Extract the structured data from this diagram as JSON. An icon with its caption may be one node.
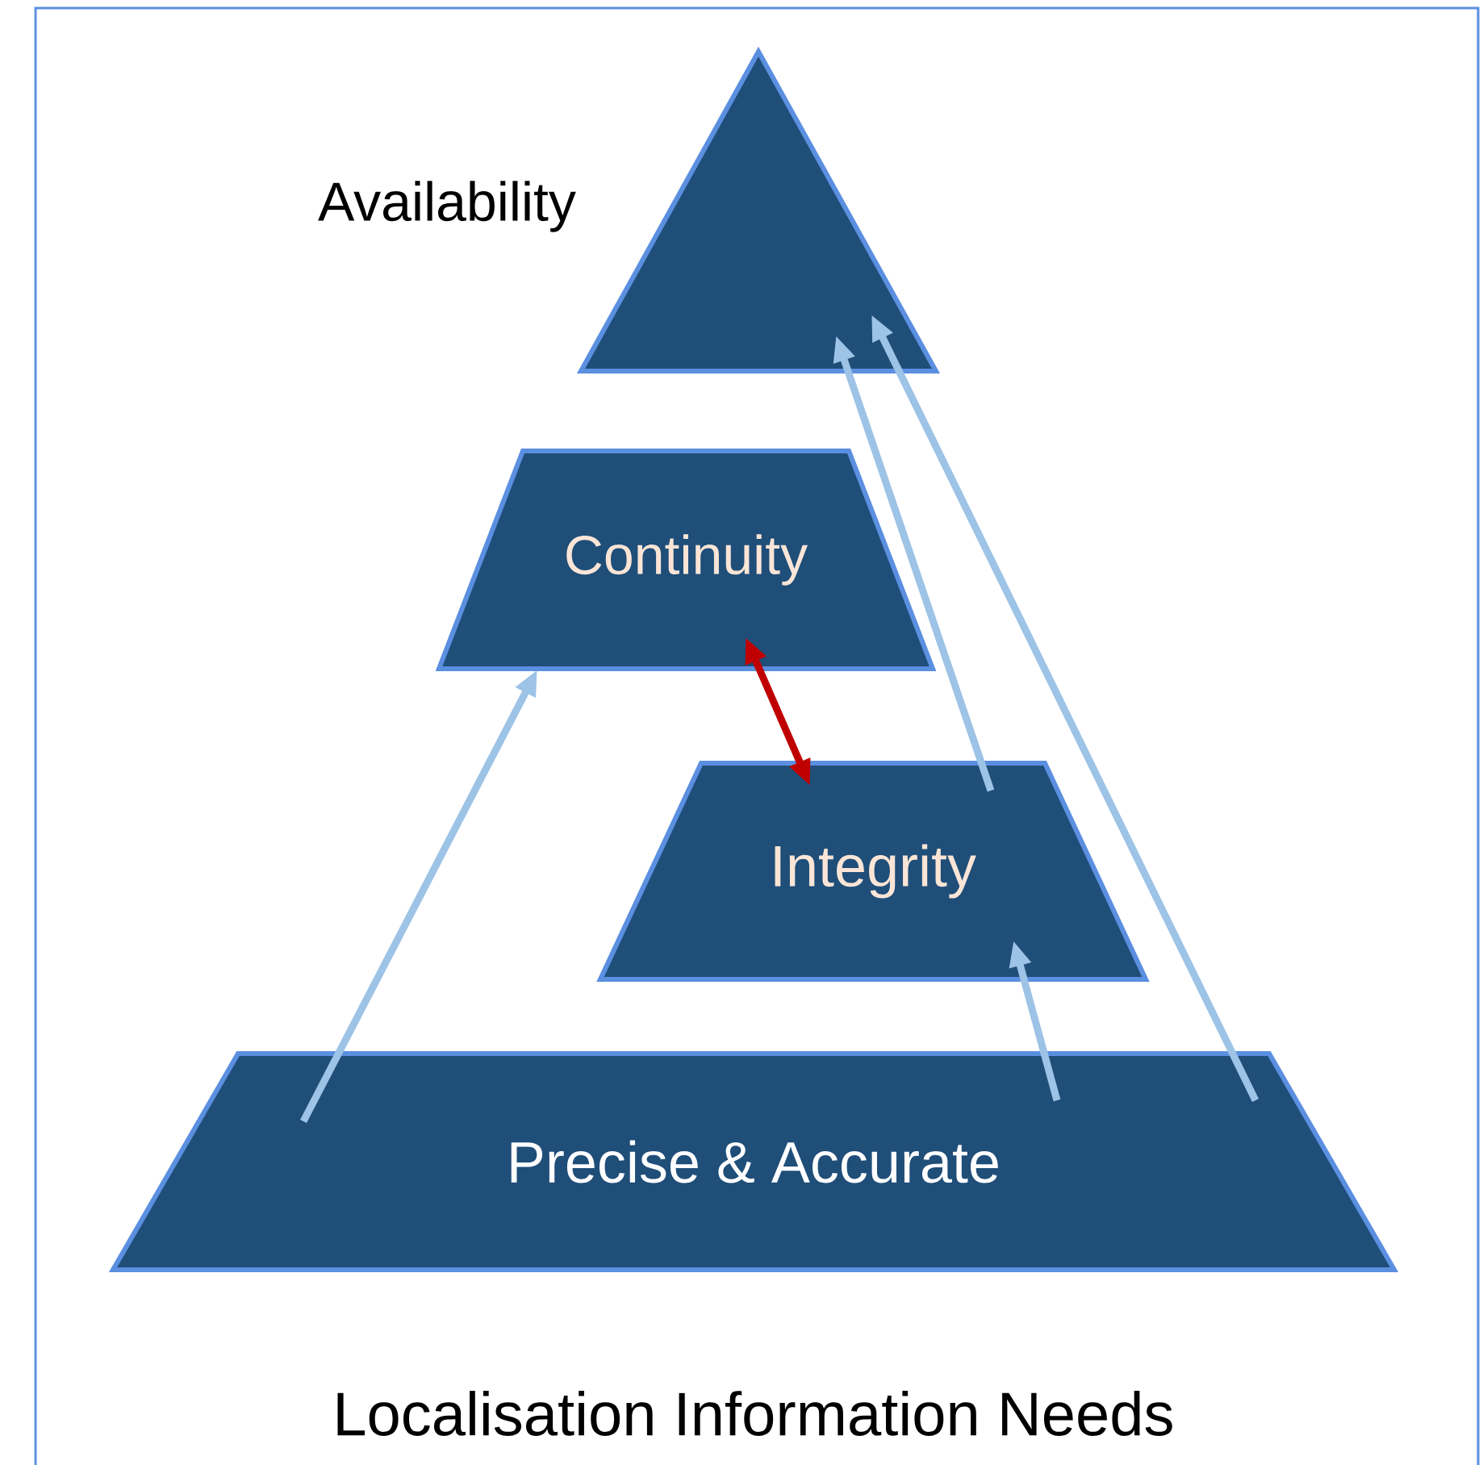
{
  "diagram": {
    "caption": "Localisation Information Needs",
    "nodes": [
      {
        "text": [
          "Availability"
        ]
      },
      {
        "text": [
          "Continuity"
        ]
      },
      {
        "text": [
          "Integrity"
        ]
      },
      {
        "text": [
          "Precise & Accurate"
        ]
      }
    ],
    "edges": [
      {
        "from": 3,
        "to": 1,
        "arrow": "to"
      },
      {
        "from": 3,
        "to": 2,
        "arrow": "to"
      },
      {
        "from": 3,
        "to": 0,
        "arrow": "to"
      },
      {
        "from": 2,
        "to": 0,
        "arrow": "to"
      },
      {
        "from": 1,
        "to": 2,
        "arrow": "both",
        "color": "#c00000"
      }
    ]
  }
}
